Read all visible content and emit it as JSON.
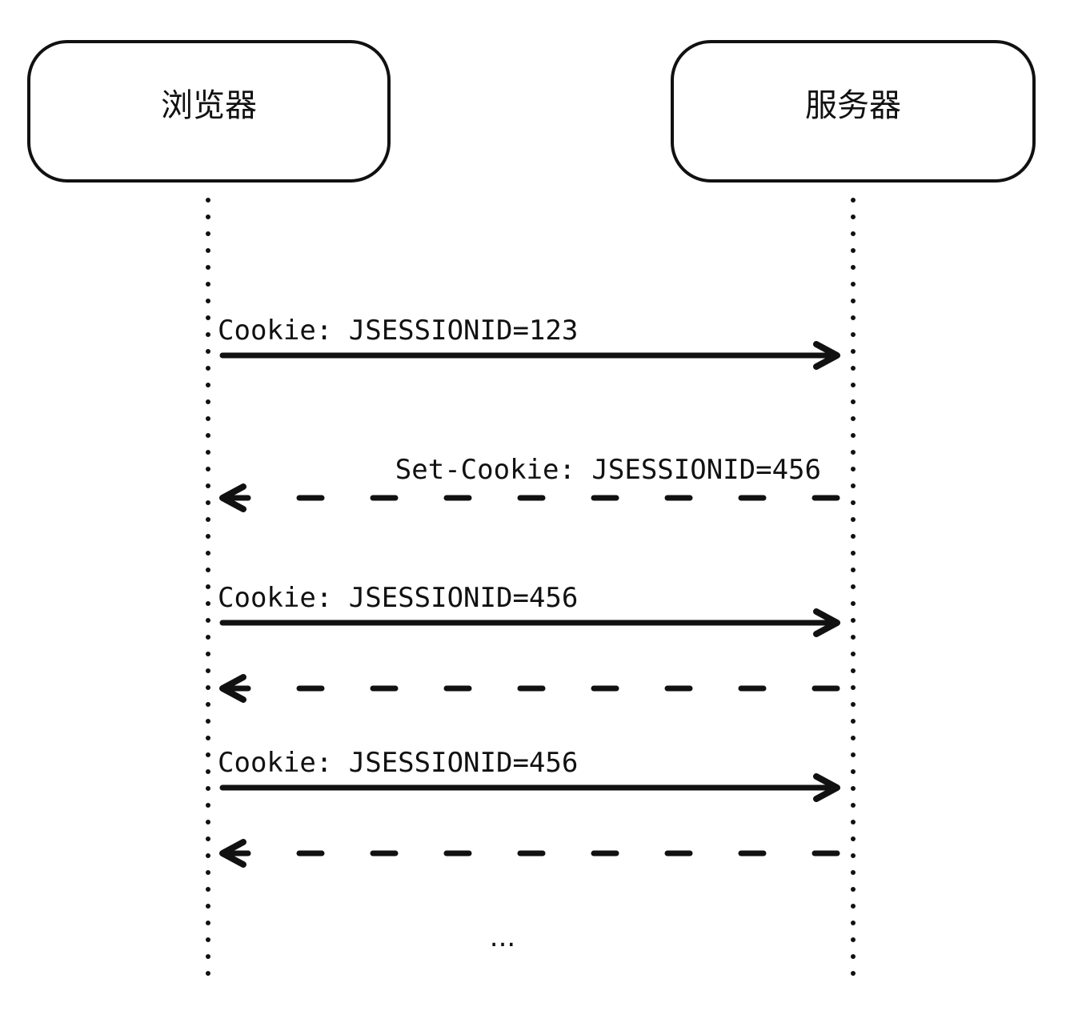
{
  "actors": {
    "browser": "浏览器",
    "server": "服务器"
  },
  "messages": [
    {
      "label": "Cookie: JSESSIONID=123",
      "direction": "request",
      "style": "solid"
    },
    {
      "label": "Set-Cookie: JSESSIONID=456",
      "direction": "response",
      "style": "dashed"
    },
    {
      "label": "Cookie: JSESSIONID=456",
      "direction": "request",
      "style": "solid"
    },
    {
      "label": "",
      "direction": "response",
      "style": "dashed"
    },
    {
      "label": "Cookie: JSESSIONID=456",
      "direction": "request",
      "style": "solid"
    },
    {
      "label": "",
      "direction": "response",
      "style": "dashed"
    }
  ],
  "continuation": "..."
}
